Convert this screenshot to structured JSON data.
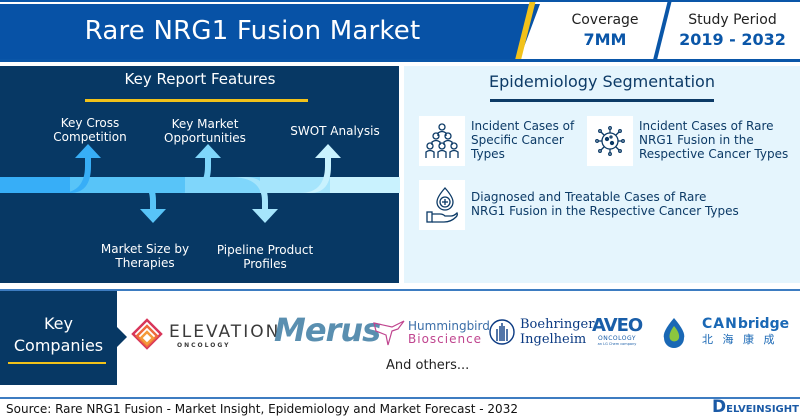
{
  "header": {
    "title": "Rare NRG1 Fusion Market",
    "coverage_label": "Coverage",
    "coverage_value": "7MM",
    "study_period_label": "Study Period",
    "study_period_value": "2019 - 2032"
  },
  "key_report_features": {
    "heading": "Key Report Features",
    "items": [
      {
        "label": "Key Cross Competition",
        "line1": "Key Cross",
        "line2": "Competition",
        "direction": "up"
      },
      {
        "label": "Market Size by Therapies",
        "line1": "Market Size by",
        "line2": "Therapies",
        "direction": "down"
      },
      {
        "label": "Key Market Opportunities",
        "line1": "Key Market",
        "line2": "Opportunities",
        "direction": "up"
      },
      {
        "label": "Pipeline Product Profiles",
        "line1": "Pipeline Product",
        "line2": "Profiles",
        "direction": "down"
      },
      {
        "label": "SWOT Analysis",
        "line1": "SWOT Analysis",
        "line2": "",
        "direction": "up"
      }
    ],
    "arrow_colors": [
      "#37aef7",
      "#58c4f8",
      "#7fd6fb",
      "#a6e5fc",
      "#c9f2fe"
    ]
  },
  "epidemiology": {
    "heading": "Epidemiology Segmentation",
    "items": [
      {
        "icon": "people-group-icon",
        "line1": "Incident Cases of",
        "line2": "Specific Cancer",
        "line3": "Types"
      },
      {
        "icon": "virus-icon",
        "line1": "Incident Cases of Rare",
        "line2": "NRG1 Fusion in the",
        "line3": "Respective Cancer Types"
      },
      {
        "icon": "hand-drop-icon",
        "line1": "Diagnosed and Treatable Cases of Rare",
        "line2": "NRG1 Fusion in the Respective Cancer Types"
      }
    ]
  },
  "companies": {
    "label_line1": "Key",
    "label_line2": "Companies",
    "logos": [
      {
        "name": "Elevation Oncology",
        "main": "ELEVATION",
        "sub": "ONCOLOGY"
      },
      {
        "name": "Merus",
        "main": "Merus"
      },
      {
        "name": "Hummingbird Bioscience",
        "main": "Hummingbird",
        "sub": "Bioscience"
      },
      {
        "name": "Boehringer Ingelheim",
        "main": "Boehringer",
        "sub": "Ingelheim"
      },
      {
        "name": "AVEO Oncology",
        "main": "AVEO",
        "sub": "ONCOLOGY",
        "tag": "an LG Chem company"
      },
      {
        "name": "CANbridge",
        "main_a": "CAN",
        "main_b": "bridge",
        "sub": "北 海 康 成"
      }
    ],
    "others": "And others..."
  },
  "footer": {
    "source": "Source: Rare NRG1 Fusion - Market Insight, Epidemiology and Market Forecast - 2032",
    "brand_initial": "D",
    "brand_rest": "ELVEINSIGHT"
  }
}
